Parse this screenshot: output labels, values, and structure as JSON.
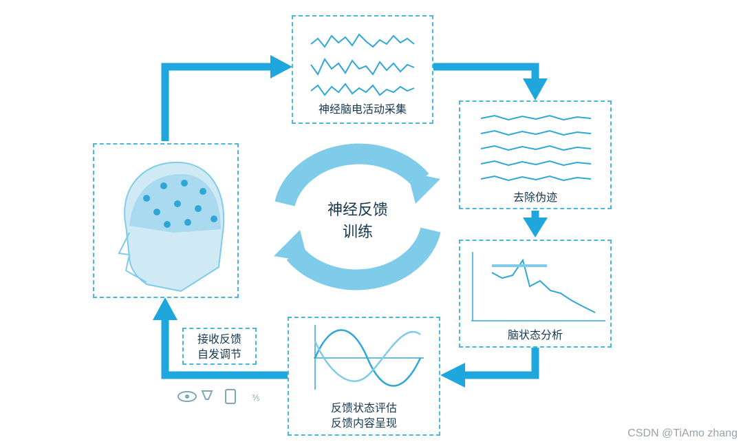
{
  "center": {
    "line1": "神经反馈",
    "line2": "训练"
  },
  "stages": {
    "acquisition": "神经脑电活动采集",
    "artifact_removal": "去除伪迹",
    "state_analysis": "脑状态分析",
    "feedback_line1": "反馈状态评估",
    "feedback_line2": "反馈内容呈现",
    "receive_line1": "接收反馈",
    "receive_line2": "自发调节"
  },
  "colors": {
    "accent": "#1fa6dd",
    "light": "#7fcbea",
    "border": "#49b7dd",
    "text": "#16384f"
  },
  "watermark": "CSDN @TiAmo zhang"
}
